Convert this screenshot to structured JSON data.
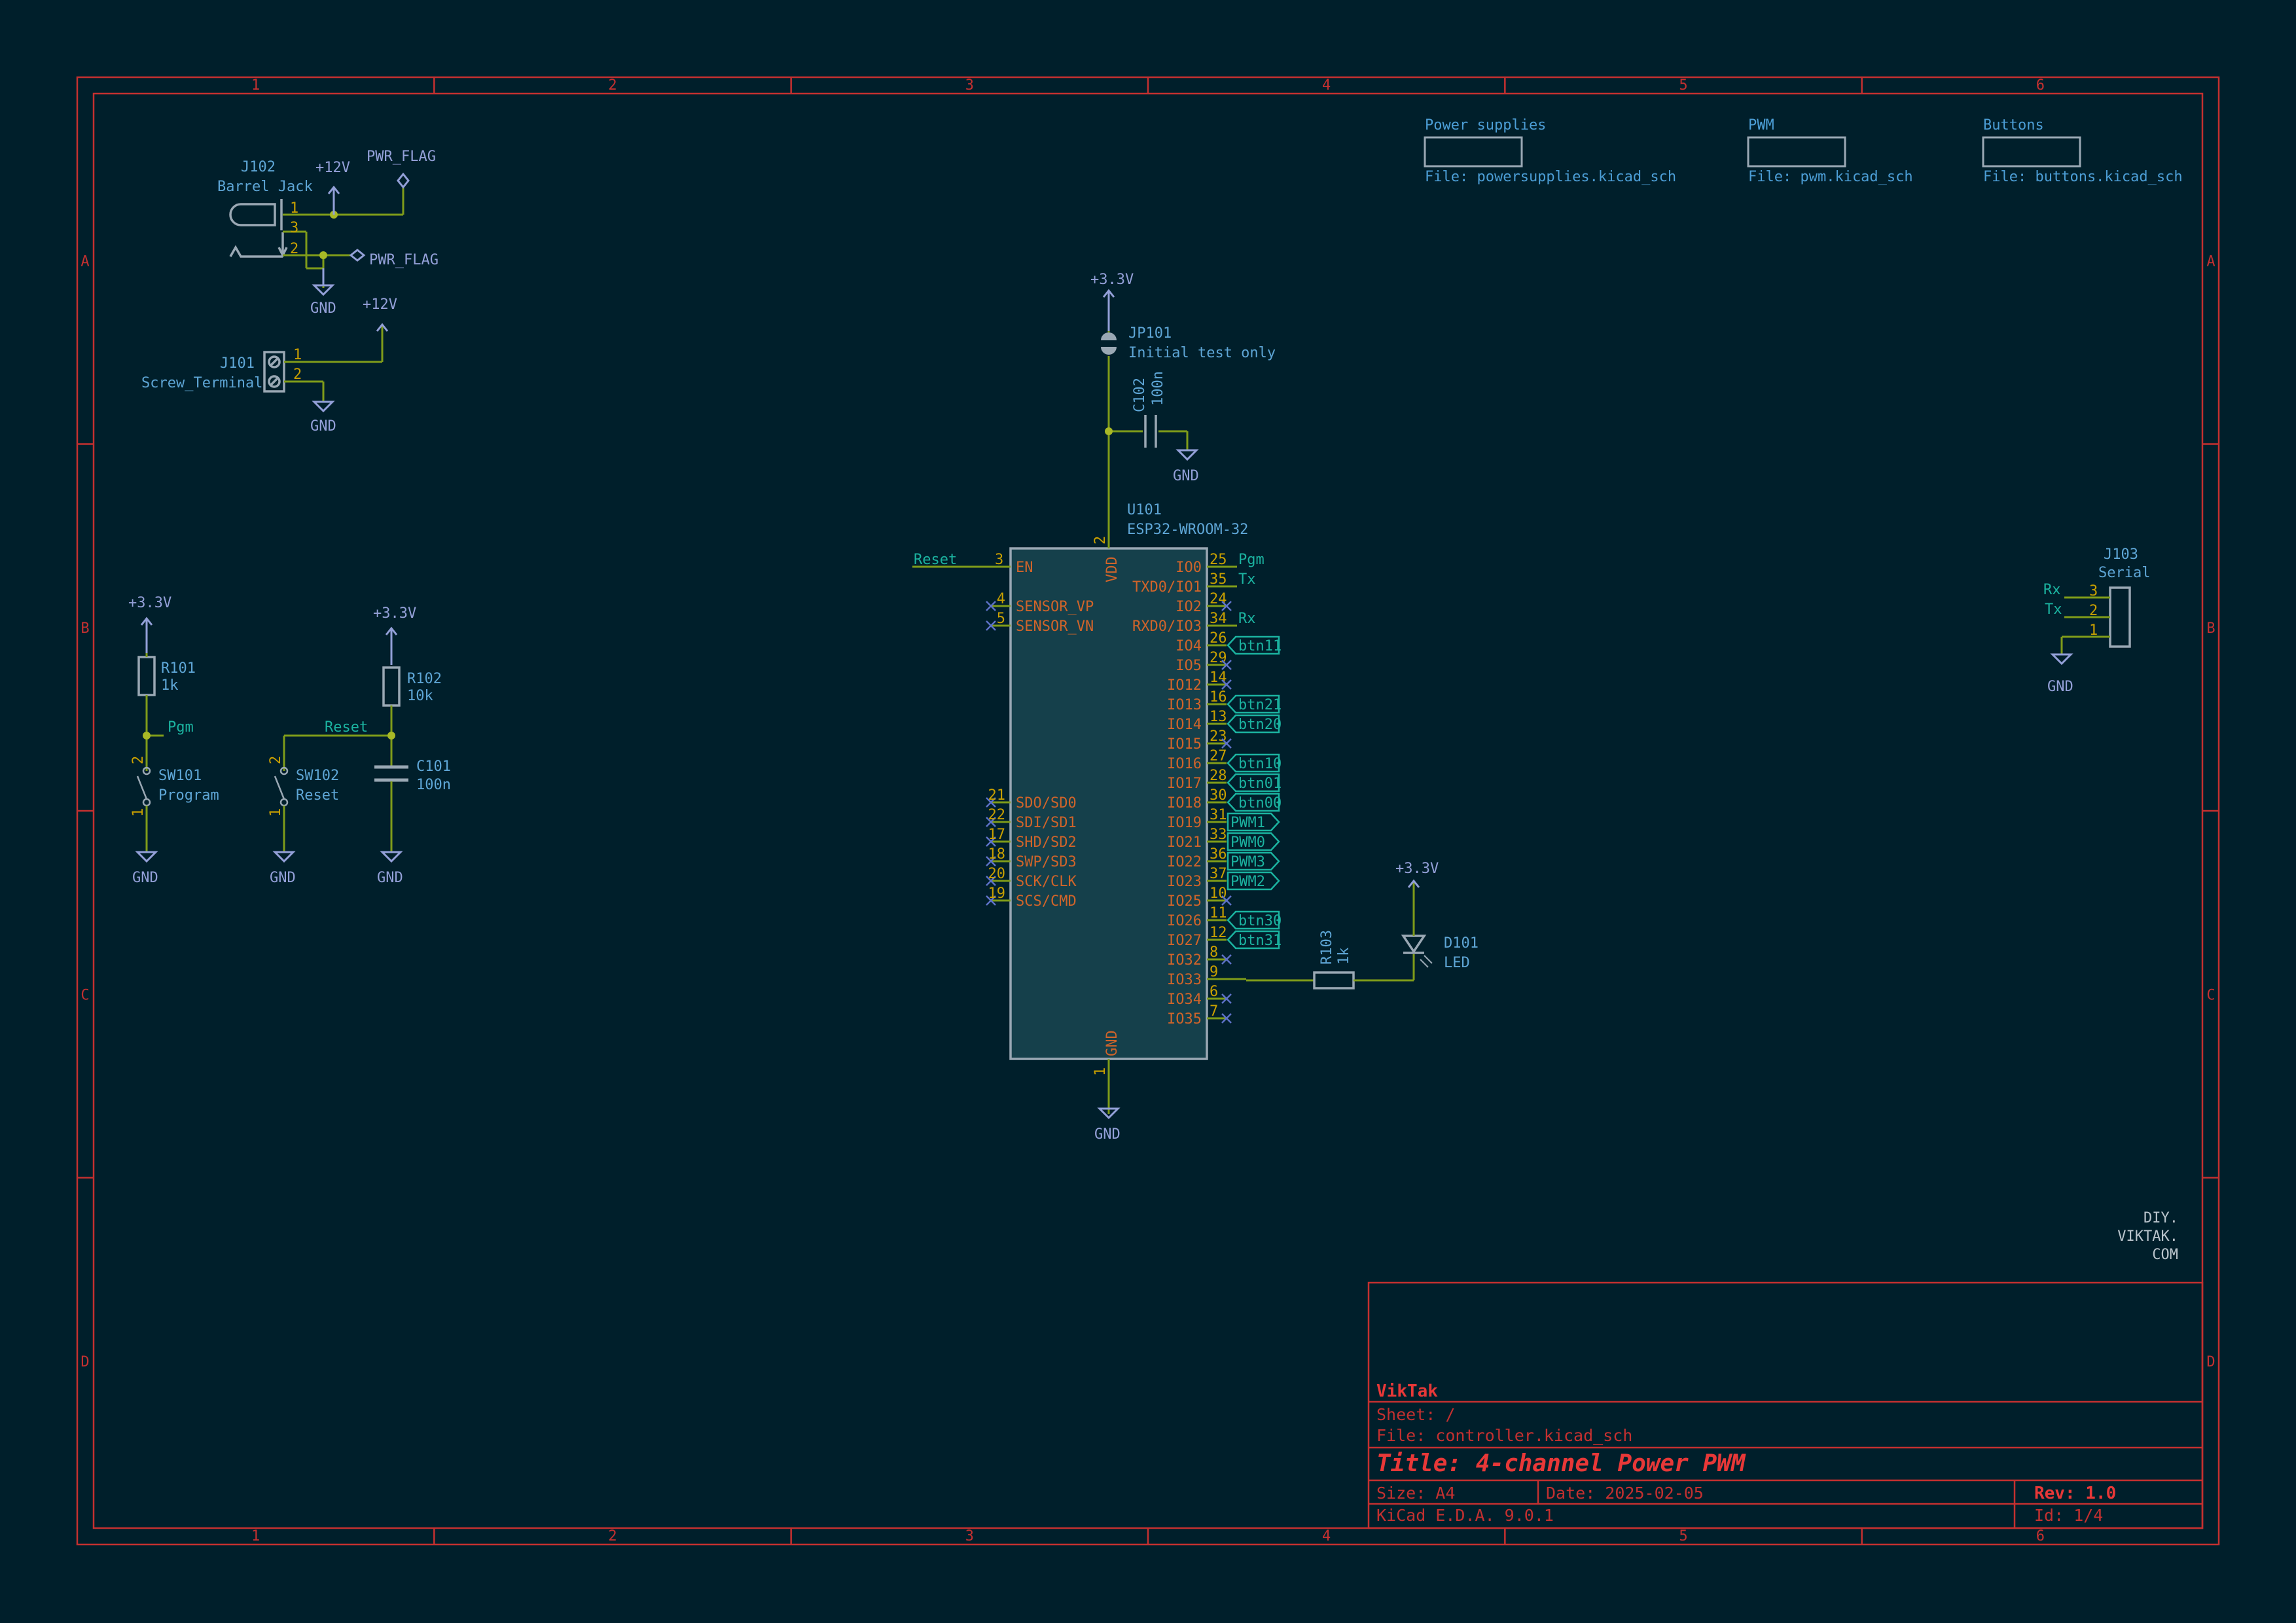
{
  "frame": {
    "cols": [
      "1",
      "2",
      "3",
      "4",
      "5",
      "6"
    ],
    "rows": [
      "A",
      "B",
      "C",
      "D"
    ]
  },
  "sheets": [
    {
      "name": "Power supplies",
      "file": "File: powersupplies.kicad_sch"
    },
    {
      "name": "PWM",
      "file": "File: pwm.kicad_sch"
    },
    {
      "name": "Buttons",
      "file": "File: buttons.kicad_sch"
    }
  ],
  "power": {
    "j102": {
      "ref": "J102",
      "value": "Barrel Jack",
      "plus": "+12V",
      "flag1": "PWR_FLAG",
      "flag2": "PWR_FLAG",
      "gnd": "GND",
      "pins": [
        "1",
        "3",
        "2"
      ]
    },
    "j101": {
      "ref": "J101",
      "value": "Screw_Terminal",
      "plus": "+12V",
      "gnd": "GND",
      "pins": [
        "1",
        "2"
      ]
    }
  },
  "switches": {
    "sw101": {
      "ref": "SW101",
      "value": "Program",
      "rref": "R101",
      "rval": "1k",
      "vcc": "+3.3V",
      "net": "Pgm",
      "gnd": "GND",
      "pins": [
        "2",
        "1"
      ]
    },
    "sw102": {
      "ref": "SW102",
      "value": "Reset",
      "rref": "R102",
      "rval": "10k",
      "cref": "C101",
      "cval": "100n",
      "vcc": "+3.3V",
      "net": "Reset",
      "gnd": "GND",
      "gnd2": "GND",
      "pins": [
        "2",
        "1"
      ]
    }
  },
  "mcu": {
    "vcc": "+3.3V",
    "jp_ref": "JP101",
    "jp_val": "Initial test only",
    "c_ref": "C102",
    "c_val": "100n",
    "c_gnd": "GND",
    "ref": "U101",
    "value": "ESP32-WROOM-32",
    "vdd": "VDD",
    "vdd_num": "2",
    "gnd_name": "GND",
    "gnd_num": "1",
    "gnd": "GND",
    "en_label": "Reset",
    "en_num": "3",
    "en_name": "EN",
    "left_pins": [
      {
        "num": "4",
        "name": "SENSOR_VP"
      },
      {
        "num": "5",
        "name": "SENSOR_VN"
      },
      {
        "num": "21",
        "name": "SDO/SD0"
      },
      {
        "num": "22",
        "name": "SDI/SD1"
      },
      {
        "num": "17",
        "name": "SHD/SD2"
      },
      {
        "num": "18",
        "name": "SWP/SD3"
      },
      {
        "num": "20",
        "name": "SCK/CLK"
      },
      {
        "num": "19",
        "name": "SCS/CMD"
      }
    ],
    "right_pins": [
      {
        "num": "25",
        "name": "IO0",
        "net": "Pgm",
        "kind": "local"
      },
      {
        "num": "35",
        "name": "TXD0/IO1",
        "net": "Tx",
        "kind": "local"
      },
      {
        "num": "24",
        "name": "IO2",
        "net": "",
        "kind": "nc"
      },
      {
        "num": "34",
        "name": "RXD0/IO3",
        "net": "Rx",
        "kind": "local"
      },
      {
        "num": "26",
        "name": "IO4",
        "net": "btn11",
        "kind": "in"
      },
      {
        "num": "29",
        "name": "IO5",
        "net": "",
        "kind": "nc"
      },
      {
        "num": "14",
        "name": "IO12",
        "net": "",
        "kind": "nc"
      },
      {
        "num": "16",
        "name": "IO13",
        "net": "btn21",
        "kind": "in"
      },
      {
        "num": "13",
        "name": "IO14",
        "net": "btn20",
        "kind": "in"
      },
      {
        "num": "23",
        "name": "IO15",
        "net": "",
        "kind": "nc"
      },
      {
        "num": "27",
        "name": "IO16",
        "net": "btn10",
        "kind": "in"
      },
      {
        "num": "28",
        "name": "IO17",
        "net": "btn01",
        "kind": "in"
      },
      {
        "num": "30",
        "name": "IO18",
        "net": "btn00",
        "kind": "in"
      },
      {
        "num": "31",
        "name": "IO19",
        "net": "PWM1",
        "kind": "out"
      },
      {
        "num": "33",
        "name": "IO21",
        "net": "PWM0",
        "kind": "out"
      },
      {
        "num": "36",
        "name": "IO22",
        "net": "PWM3",
        "kind": "out"
      },
      {
        "num": "37",
        "name": "IO23",
        "net": "PWM2",
        "kind": "out"
      },
      {
        "num": "10",
        "name": "IO25",
        "net": "",
        "kind": "nc"
      },
      {
        "num": "11",
        "name": "IO26",
        "net": "btn30",
        "kind": "in"
      },
      {
        "num": "12",
        "name": "IO27",
        "net": "btn31",
        "kind": "in"
      },
      {
        "num": "8",
        "name": "IO32",
        "net": "",
        "kind": "nc"
      },
      {
        "num": "9",
        "name": "IO33",
        "net": "",
        "kind": "wire"
      },
      {
        "num": "6",
        "name": "IO34",
        "net": "",
        "kind": "nc"
      },
      {
        "num": "7",
        "name": "IO35",
        "net": "",
        "kind": "nc"
      }
    ]
  },
  "led": {
    "rref": "R103",
    "rval": "1k",
    "ref": "D101",
    "value": "LED",
    "vcc": "+3.3V"
  },
  "serial": {
    "ref": "J103",
    "value": "Serial",
    "pins": [
      "3",
      "2",
      "1"
    ],
    "nets": [
      "Rx",
      "Tx"
    ],
    "gnd": "GND"
  },
  "company": [
    "DIY.",
    "VIKTAK.",
    "COM"
  ],
  "titleblock": {
    "company": "VikTak",
    "sheet": "Sheet: /",
    "file": "File: controller.kicad_sch",
    "title": "Title: 4-channel Power PWM",
    "size": "Size: A4",
    "date": "Date: 2025-02-05",
    "rev": "Rev: 1.0",
    "tool": "KiCad E.D.A. 9.0.1",
    "id": "Id: 1/4"
  }
}
